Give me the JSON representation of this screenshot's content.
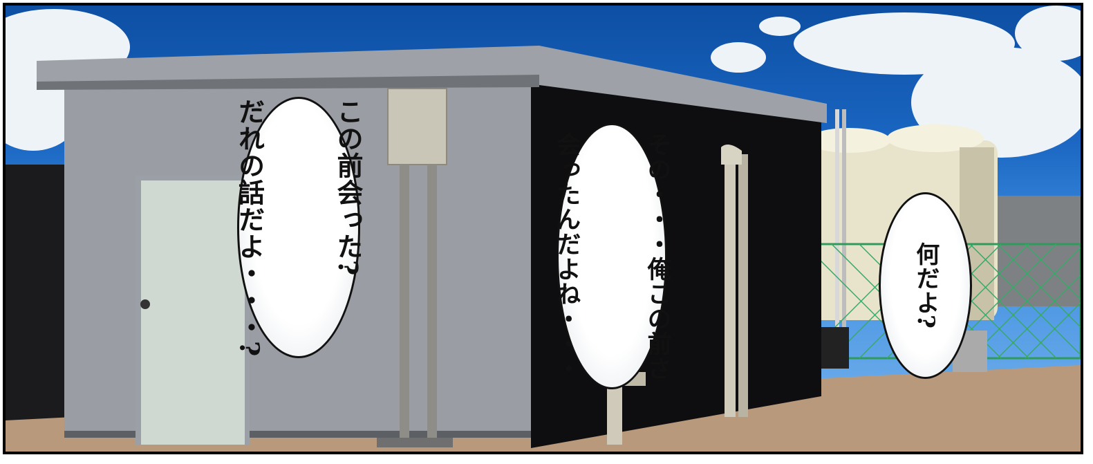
{
  "speech_bubbles": [
    {
      "lines": [
        "この前会った?",
        "だれの話だよ・・・?"
      ]
    },
    {
      "lines": [
        "その・・・俺この前さ",
        "会ったんだよね・・・"
      ]
    },
    {
      "lines": [
        "何だよ?"
      ]
    }
  ],
  "colors": {
    "sky": "#1a66c2",
    "cloud": "#eef3f8",
    "shed_front": "#9a9da3",
    "shed_side": "#0e0e10",
    "roof": "#9ea2a8",
    "ground": "#b9997b",
    "door": "#cfd9d1",
    "fence": "#2f9a5b",
    "tank": "#e8e4cc"
  },
  "icons": [
    "door-knob-icon"
  ]
}
